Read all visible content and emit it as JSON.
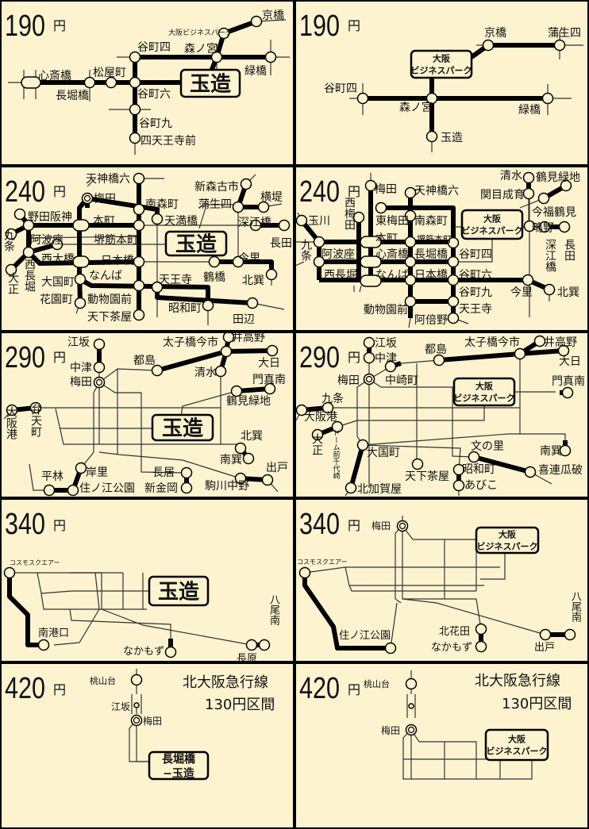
{
  "colors": {
    "background": "#fdf3cf",
    "line": "#000000",
    "thin_line": "#333333"
  },
  "yen_symbol": "円",
  "panels": [
    {
      "fare": "190",
      "box": [
        "玉造"
      ],
      "stations": [
        "京橋",
        "大阪ビジネスパーク",
        "森ノ宮",
        "緑橋",
        "谷町四",
        "心斎橋",
        "長堀橋",
        "松屋町",
        "谷町六",
        "谷町九",
        "四天王寺前"
      ]
    },
    {
      "fare": "190",
      "box": [
        "大阪",
        "ビジネスパーク"
      ],
      "stations": [
        "京橋",
        "蒲生四",
        "谷町四",
        "森ノ宮",
        "緑橋",
        "玉造"
      ]
    },
    {
      "fare": "240",
      "box": [
        "玉造"
      ],
      "stations": [
        "天神橋六",
        "梅田",
        "南森町",
        "天満橋",
        "野田阪神",
        "本町",
        "堺筋本町",
        "阿波座",
        "九条",
        "西大橋",
        "西長堀",
        "大正",
        "日本橋",
        "なんば",
        "大国町",
        "花園町",
        "動物園前",
        "天下茶屋",
        "天王寺",
        "昭和町",
        "田辺",
        "鶴橋",
        "今里",
        "北巽",
        "新森古市",
        "横堤",
        "蒲生四",
        "深江橋",
        "長田"
      ]
    },
    {
      "fare": "240",
      "box": [
        "大阪",
        "ビジネスパーク"
      ],
      "stations": [
        "梅田",
        "天神橋六",
        "玉川",
        "西梅田",
        "東梅田",
        "南森町",
        "本町",
        "堺筋本町",
        "九条",
        "阿波座",
        "心斎橋",
        "長堀橋",
        "谷町四",
        "西長堀",
        "なんば",
        "日本橋",
        "谷町六",
        "谷町九",
        "天王寺",
        "動物園前",
        "阿倍野",
        "今里",
        "北巽",
        "深江橋",
        "長田",
        "清水",
        "鶴見緑地",
        "関目成育",
        "今福鶴見",
        "鴫野"
      ]
    },
    {
      "fare": "290",
      "box": [
        "玉造"
      ],
      "stations": [
        "江坂",
        "中津",
        "梅田",
        "都島",
        "太子橋今市",
        "井高野",
        "大日",
        "清水",
        "門真南",
        "鶴見緑地",
        "大阪港",
        "弁天町",
        "北巽",
        "南巽",
        "出戸",
        "駒川中野",
        "長居",
        "新金岡",
        "岸里",
        "住ノ江公園",
        "平林"
      ]
    },
    {
      "fare": "290",
      "box": [
        "大阪",
        "ビジネスパーク"
      ],
      "stations": [
        "江坂",
        "中津",
        "梅田",
        "中崎町",
        "都島",
        "太子橋今市",
        "井高野",
        "大日",
        "門真南",
        "九条",
        "大阪港",
        "ドーム前千代崎",
        "大正",
        "大国町",
        "北加賀屋",
        "天下茶屋",
        "昭和町",
        "あびこ",
        "文の里",
        "喜連瓜破",
        "南巽"
      ]
    },
    {
      "fare": "340",
      "box": [
        "玉造"
      ],
      "stations": [
        "コスモスクエアー",
        "南港口",
        "なかもず",
        "長原",
        "八尾南"
      ]
    },
    {
      "fare": "340",
      "box": [
        "大阪",
        "ビジネスパーク"
      ],
      "stations": [
        "梅田",
        "コスモスクエアー",
        "住ノ江公園",
        "北花田",
        "なかもず",
        "出戸",
        "八尾南"
      ]
    },
    {
      "fare": "420",
      "box": [
        "長堀橋",
        "−玉造"
      ],
      "stations": [
        "桃山台",
        "江坂",
        "梅田"
      ],
      "note": [
        "北大阪急行線",
        "130円区間"
      ]
    },
    {
      "fare": "420",
      "box": [
        "大阪",
        "ビジネスパーク"
      ],
      "stations": [
        "桃山台",
        "梅田"
      ],
      "note": [
        "北大阪急行線",
        "130円区間"
      ]
    }
  ]
}
